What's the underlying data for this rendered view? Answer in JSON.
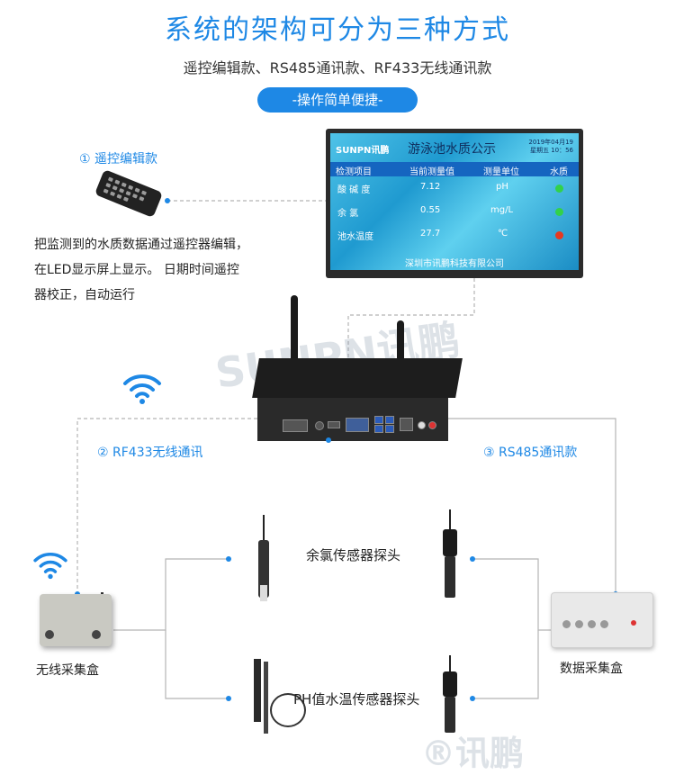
{
  "header": {
    "title": "系统的架构可分为三种方式",
    "subtitle": "遥控编辑款、RS485通讯款、RF433无线通讯款",
    "pill": "-操作简单便捷-"
  },
  "modes": {
    "remote": {
      "label": "① 遥控编辑款",
      "desc_line1": "把监测到的水质数据通过遥控器编辑，",
      "desc_line2": "在LED显示屏上显示。  日期时间遥控",
      "desc_line3": "器校正，自动运行"
    },
    "rf433": {
      "label": "② RF433无线通讯"
    },
    "rs485": {
      "label": "③ RS485通讯款"
    }
  },
  "screen": {
    "logo": "SUNPN讯鹏",
    "title": "游泳池水质公示",
    "date_line1": "2019年04月19",
    "date_line2": "星期五 10：56",
    "columns": [
      "检测项目",
      "当前测量值",
      "测量单位",
      "水质"
    ],
    "rows": [
      {
        "item": "酸 碱 度",
        "value": "7.12",
        "unit": "pH",
        "status_color": "#32d14a"
      },
      {
        "item": "余      氯",
        "value": "0.55",
        "unit": "mg/L",
        "status_color": "#32d14a"
      },
      {
        "item": "池水温度",
        "value": "27.7",
        "unit": "℃",
        "status_color": "#e53920"
      }
    ],
    "footer": "深圳市讯鹏科技有限公司"
  },
  "devices": {
    "wireless_box": "无线采集盒",
    "data_box": "数据采集盒",
    "chlorine_probe": "余氯传感器探头",
    "ph_probe": "PH值水温传感器探头"
  },
  "watermarks": {
    "mid": "SUNPN讯鹏",
    "bottom": "®讯鹏"
  },
  "icons": {
    "remote": "remote-control-icon",
    "wifi": "wifi-signal-icon"
  },
  "colors": {
    "accent": "#1e88e5",
    "line": "#b5b5b5"
  }
}
